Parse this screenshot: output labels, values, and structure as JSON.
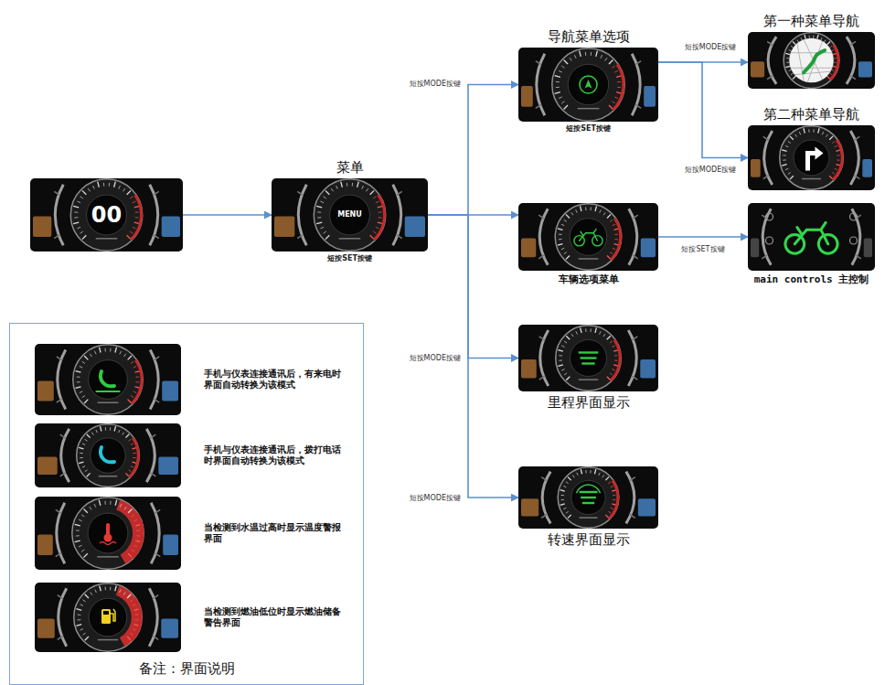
{
  "diagram": {
    "nodes": [
      {
        "text": [
          "00"
        ]
      },
      {
        "text": [
          "菜单",
          "MENU",
          "短按SET按键"
        ]
      },
      {
        "text": [
          "导航菜单选项",
          "短按SET按键"
        ]
      },
      {
        "text": [
          "第一种菜单导航"
        ]
      },
      {
        "text": [
          "第二种菜单导航"
        ]
      },
      {
        "text": [
          "车辆选项菜单"
        ]
      },
      {
        "text": [
          "main controls 主控制"
        ]
      },
      {
        "text": [
          "里程界面显示"
        ]
      },
      {
        "text": [
          "转速界面显示"
        ]
      },
      {
        "text": [
          "备注：界面说明"
        ]
      },
      {
        "text": [
          "手机与仪表连接通讯后，有来电时界面自动转换为该模式"
        ],
        "in": 9
      },
      {
        "text": [
          "手机与仪表连接通讯后，拨打电话时界面自动转换为该模式"
        ],
        "in": 9
      },
      {
        "text": [
          "当检测到水温过高时显示温度警报界面"
        ],
        "in": 9
      },
      {
        "text": [
          "当检测到燃油低位时显示燃油储备警告界面"
        ],
        "in": 9
      }
    ],
    "edges": [
      {
        "from": 0,
        "to": 1,
        "arrow": "to"
      },
      {
        "from": 1,
        "to": 2,
        "arrow": "to",
        "label": "短按MODE按键"
      },
      {
        "from": 1,
        "to": 5,
        "arrow": "to"
      },
      {
        "from": 1,
        "to": 7,
        "arrow": "to",
        "label": "短按MODE按键"
      },
      {
        "from": 1,
        "to": 8,
        "arrow": "to",
        "label": "短按MODE按键"
      },
      {
        "from": 2,
        "to": 3,
        "arrow": "to",
        "label": "短按MODE按键"
      },
      {
        "from": 2,
        "to": 4,
        "arrow": "to",
        "label": "短按MODE按键"
      },
      {
        "from": 5,
        "to": 6,
        "arrow": "to",
        "label": "短按SET按键"
      }
    ]
  }
}
